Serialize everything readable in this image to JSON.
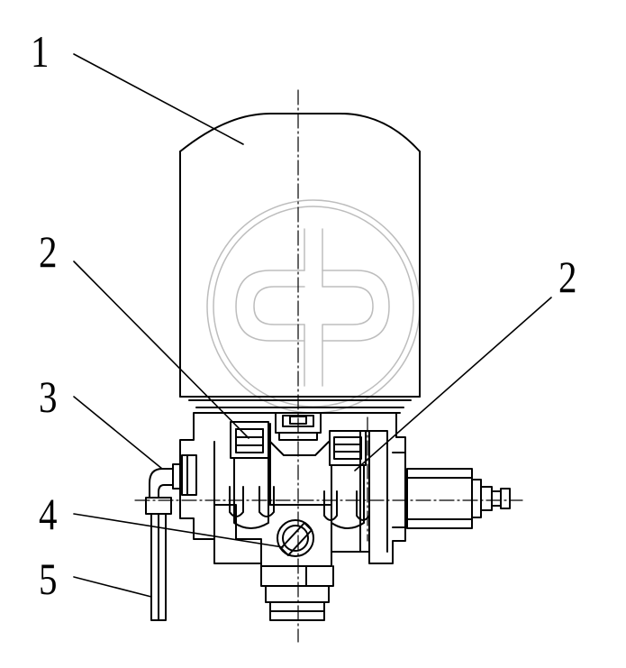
{
  "callouts": {
    "c1": "1",
    "c2a": "2",
    "c2b": "2",
    "c3": "3",
    "c4": "4",
    "c5": "5"
  },
  "colors": {
    "line": "#000000",
    "watermark": "#bdbdbd",
    "background": "#ffffff"
  }
}
